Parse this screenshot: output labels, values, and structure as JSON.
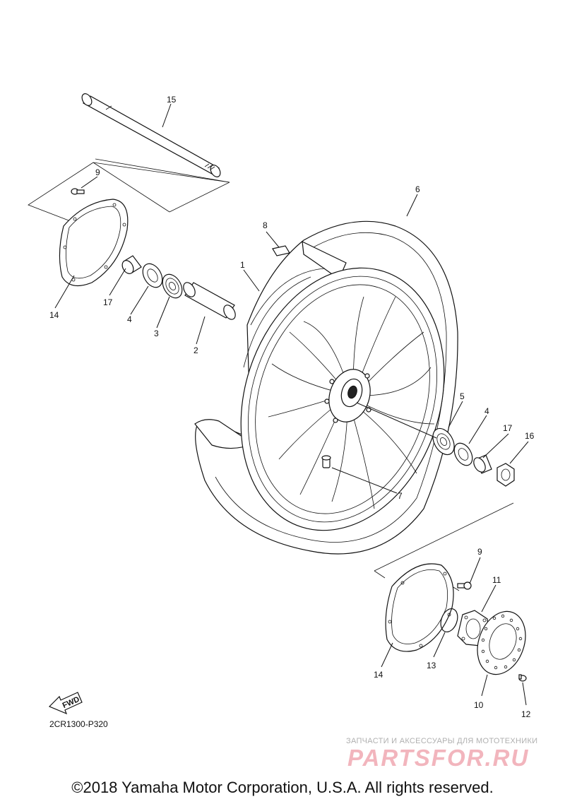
{
  "diagram": {
    "callouts": [
      {
        "id": "c15",
        "label": "15"
      },
      {
        "id": "c9a",
        "label": "9"
      },
      {
        "id": "c14a",
        "label": "14"
      },
      {
        "id": "c17a",
        "label": "17"
      },
      {
        "id": "c4a",
        "label": "4"
      },
      {
        "id": "c3",
        "label": "3"
      },
      {
        "id": "c2",
        "label": "2"
      },
      {
        "id": "c8",
        "label": "8"
      },
      {
        "id": "c1",
        "label": "1"
      },
      {
        "id": "c6",
        "label": "6"
      },
      {
        "id": "c5",
        "label": "5"
      },
      {
        "id": "c4b",
        "label": "4"
      },
      {
        "id": "c17b",
        "label": "17"
      },
      {
        "id": "c16",
        "label": "16"
      },
      {
        "id": "c7",
        "label": "7"
      },
      {
        "id": "c9b",
        "label": "9"
      },
      {
        "id": "c11",
        "label": "11"
      },
      {
        "id": "c13",
        "label": "13"
      },
      {
        "id": "c14b",
        "label": "14"
      },
      {
        "id": "c10",
        "label": "10"
      },
      {
        "id": "c12",
        "label": "12"
      }
    ],
    "fwd_label": "FWD",
    "diagram_code": "2CR1300-P320"
  },
  "watermark": {
    "tagline": "ЗАПЧАСТИ И АКСЕССУАРЫ ДЛЯ МОТОТЕХНИКИ",
    "logo": "PARTSFOR.RU"
  },
  "copyright": "©2018 Yamaha Motor Corporation, U.S.A. All rights reserved."
}
